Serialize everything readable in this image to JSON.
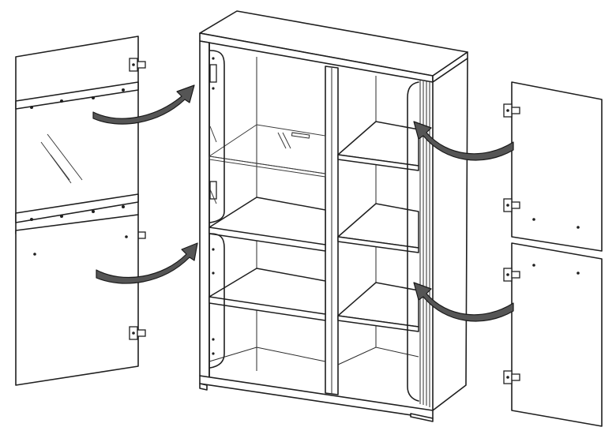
{
  "diagram": {
    "type": "assembly-illustration",
    "components": {
      "cabinet": "cabinet",
      "left_upper_door": "glass-door",
      "left_lower_door": "solid-door",
      "right_upper_door": "solid-door",
      "right_lower_door": "solid-door",
      "glass_shelf": "glass-shelf"
    },
    "arrow_count": 4,
    "colors": {
      "line": "#1f1f1f",
      "arrow_fill": "#555555",
      "background": "#ffffff"
    }
  }
}
